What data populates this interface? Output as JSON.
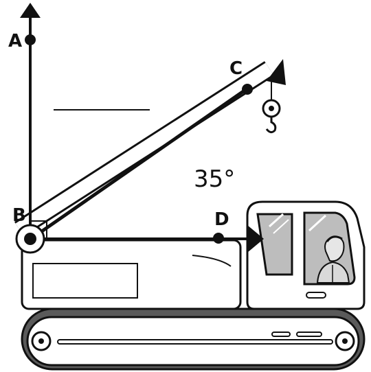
{
  "diagram": {
    "points": {
      "A": "A",
      "B": "B",
      "C": "C",
      "D": "D"
    },
    "angle_label": "35°",
    "blank_line": true,
    "right_angle_marker_at": "B",
    "objects": [
      "crane-boom",
      "hook-pulley",
      "cab",
      "operator",
      "track"
    ],
    "stroke_color": "#111111",
    "fill_color": "#ffffff"
  }
}
